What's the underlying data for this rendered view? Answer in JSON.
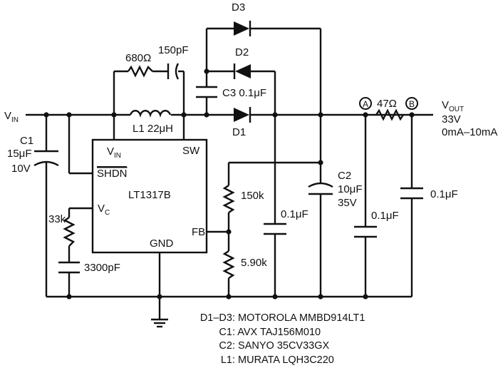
{
  "labels": {
    "vin": "V",
    "vin_sub": "IN",
    "vout": "V",
    "vout_sub": "OUT",
    "vout_value": "33V",
    "vout_current": "0mA–10mA",
    "node_a": "A",
    "node_b": "B"
  },
  "ic": {
    "name": "LT1317B",
    "pin_vin": "V",
    "pin_vin_sub": "IN",
    "pin_sw": "SW",
    "pin_shdn": "SHDN",
    "pin_vc": "V",
    "pin_vc_sub": "C",
    "pin_fb": "FB",
    "pin_gnd": "GND"
  },
  "components": {
    "d3": "D3",
    "d2": "D2",
    "d1": "D1",
    "r_680": "680Ω",
    "c_150p": "150pF",
    "c3": "C3 0.1μF",
    "l1": "L1  22μH",
    "c1_name": "C1",
    "c1_value": "15μF",
    "c1_voltage": "10V",
    "r_33k": "33k",
    "c_3300p": "3300pF",
    "r_150k": "150k",
    "r_590k": "5.90k",
    "c_01_mid": "0.1μF",
    "c2_name": "C2",
    "c2_value": "10μF",
    "c2_voltage": "35V",
    "c_01_a": "0.1μF",
    "r_47": "47Ω",
    "c_01_out": "0.1μF"
  },
  "notes": [
    {
      "ref": "D1–D3:",
      "part": "MOTOROLA MMBD914LT1"
    },
    {
      "ref": "C1:",
      "part": "AVX TAJ156M010"
    },
    {
      "ref": "C2:",
      "part": "SANYO 35CV33GX"
    },
    {
      "ref": "L1:",
      "part": "MURATA LQH3C220"
    }
  ]
}
